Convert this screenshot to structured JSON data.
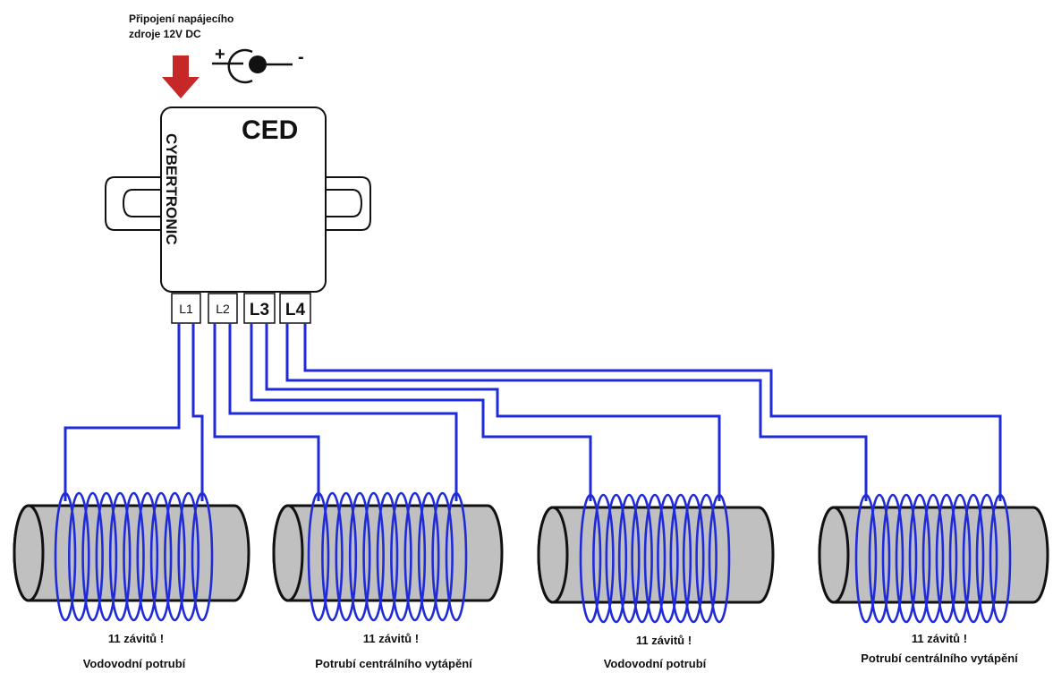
{
  "power_label_line1": "Připojení napájecího",
  "power_label_line2": "zdroje 12V DC",
  "plus_sign": "+",
  "minus_sign": "-",
  "device": {
    "title": "CED",
    "brand": "CYBERTRONIC",
    "ports": [
      "L1",
      "L2",
      "L3",
      "L4"
    ]
  },
  "pipes": [
    {
      "turns": "11 závitů !",
      "name": "Vodovodní potrubí"
    },
    {
      "turns": "11 závitů !",
      "name": "Potrubí centrálního vytápění"
    },
    {
      "turns": "11 závitů !",
      "name": "Vodovodní potrubí"
    },
    {
      "turns": "11 závitů !",
      "name": "Potrubí centrálního vytápění"
    }
  ],
  "colors": {
    "wire": "#1f2bd8",
    "arrow": "#c62828",
    "pipe": "#c0c0c0"
  }
}
